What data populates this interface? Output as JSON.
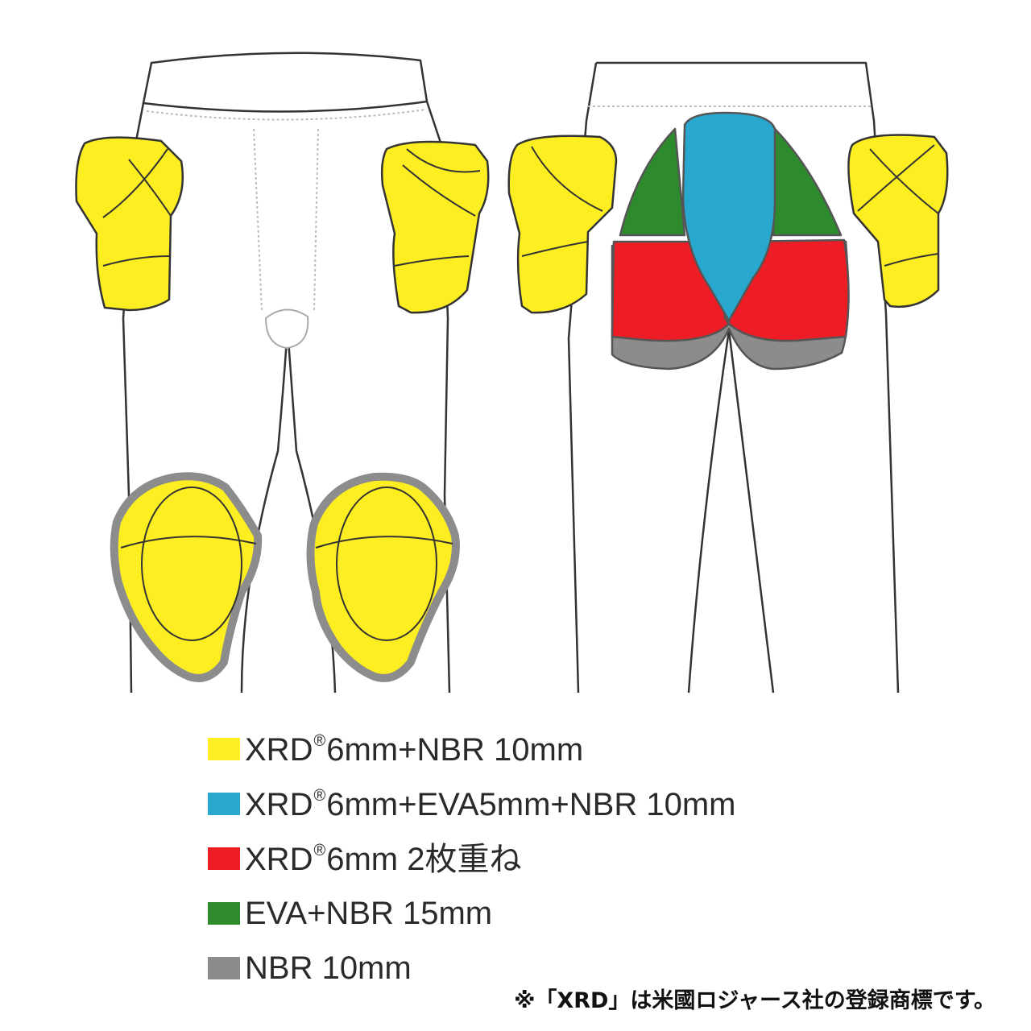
{
  "colors": {
    "xrd_nbr": "#fcee21",
    "xrd_eva_nbr": "#29a8cf",
    "xrd_double": "#ee1c24",
    "eva_nbr": "#2d8a2d",
    "nbr": "#8c8c8c",
    "outline": "#333333",
    "garment": "#ffffff"
  },
  "legend": [
    {
      "id": "xrd-nbr",
      "brand": "XRD",
      "mark": "®",
      "rest": "6mm+NBR 10mm",
      "color_key": "xrd_nbr"
    },
    {
      "id": "xrd-eva-nbr",
      "brand": "XRD",
      "mark": "®",
      "rest": "6mm+EVA5mm+NBR 10mm",
      "color_key": "xrd_eva_nbr"
    },
    {
      "id": "xrd-double",
      "brand": "XRD",
      "mark": "®",
      "rest": "6mm 2枚重ね",
      "color_key": "xrd_double"
    },
    {
      "id": "eva-nbr",
      "brand": "EVA+NBR 15mm",
      "mark": "",
      "rest": "",
      "color_key": "eva_nbr"
    },
    {
      "id": "nbr",
      "brand": "NBR 10mm",
      "mark": "",
      "rest": "",
      "color_key": "nbr"
    }
  ],
  "footnote": "※「XRD」は米國ロジャース社の登録商標です。"
}
